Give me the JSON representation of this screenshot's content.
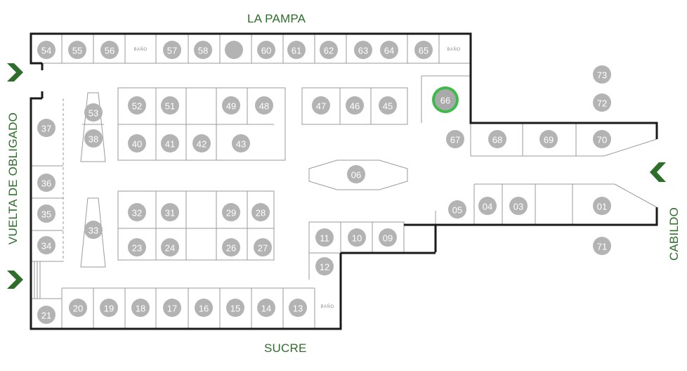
{
  "streets": {
    "top": "LA PAMPA",
    "bottom": "SUCRE",
    "left": "VUELTA DE OBLIGADO",
    "right": "CABILDO"
  },
  "bathroom_label": "BAÑO",
  "colors": {
    "wall": "#1a1a1a",
    "thin_line": "#9a9a9a",
    "unit_fill": "#b3b3b3",
    "highlight_fill": "#a9a9a9",
    "highlight_ring": "#3dbb4a",
    "street_text": "#2d6e2a",
    "arrow": "#2d6e2a"
  },
  "highlighted_unit": "66",
  "units": {
    "top_row": [
      "54",
      "55",
      "56",
      "57",
      "58",
      "",
      "60",
      "61",
      "62",
      "63",
      "64",
      "65"
    ],
    "inner_top": [
      "52",
      "51",
      "49",
      "48",
      "47",
      "46",
      "45"
    ],
    "inner_second": [
      "40",
      "41",
      "42",
      "43"
    ],
    "left_column": [
      "37",
      "36",
      "35",
      "34",
      "21"
    ],
    "aisle": [
      "53",
      "38",
      "33"
    ],
    "mid_top": [
      "32",
      "31",
      "29",
      "28"
    ],
    "mid_bottom": [
      "23",
      "24",
      "26",
      "27"
    ],
    "right_mid": [
      "11",
      "10",
      "09",
      "12"
    ],
    "bottom_row": [
      "20",
      "19",
      "18",
      "17",
      "16",
      "15",
      "14",
      "13"
    ],
    "corridor": [
      "66",
      "67",
      "68",
      "69",
      "70"
    ],
    "right_wing": [
      "05",
      "04",
      "03",
      "01"
    ],
    "center": [
      "06"
    ],
    "outside": [
      "73",
      "72",
      "71"
    ]
  }
}
